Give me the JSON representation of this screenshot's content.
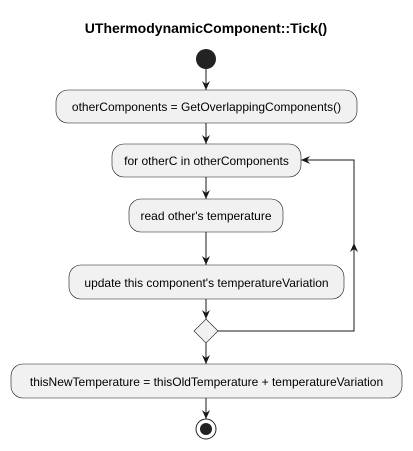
{
  "diagram": {
    "title": "UThermodynamicComponent::Tick()",
    "activities": [
      {
        "id": "a1",
        "label": "otherComponents = GetOverlappingComponents()"
      },
      {
        "id": "a2",
        "label": "for otherC in otherComponents"
      },
      {
        "id": "a3",
        "label": "read other's temperature"
      },
      {
        "id": "a4",
        "label": "update this component's temperatureVariation"
      },
      {
        "id": "a5",
        "label": "thisNewTemperature = thisOldTemperature + temperatureVariation"
      }
    ],
    "nodes": {
      "start": "start",
      "decision": "merge",
      "end": "end"
    },
    "colors": {
      "box_fill": "#f1f1f1",
      "stroke": "#181818",
      "node_fill": "#222222"
    }
  }
}
